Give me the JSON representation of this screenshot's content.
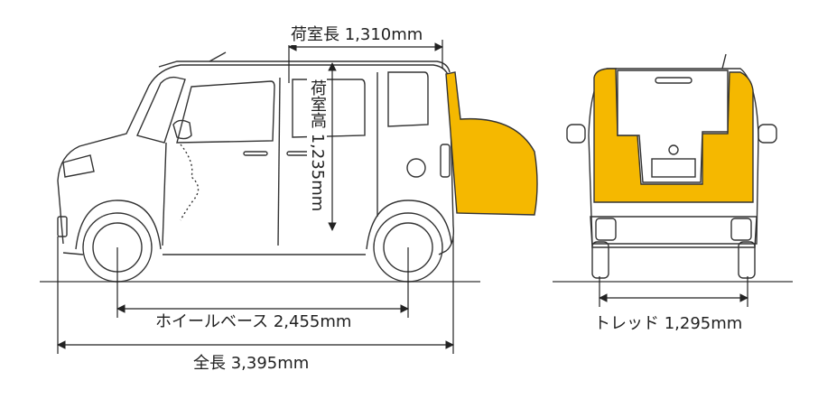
{
  "labels": {
    "cargo_length": "荷室長 1,310mm",
    "cargo_height": "荷室高 1,235mm",
    "wheelbase": "ホイールベース 2,455mm",
    "overall_length": "全長 3,395mm",
    "tread": "トレッド 1,295mm"
  },
  "colors": {
    "line": "#333333",
    "cargo_fill": "#f5b800",
    "dim_line": "#222222"
  }
}
